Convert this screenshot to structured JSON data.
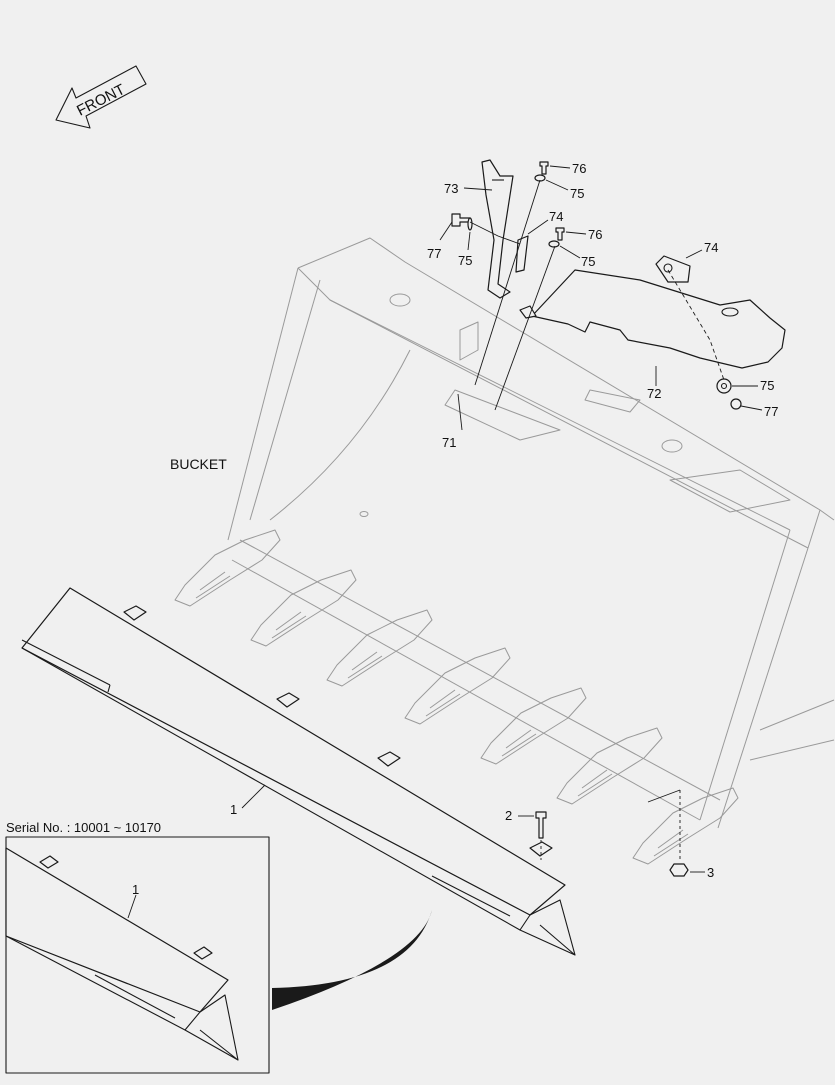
{
  "orientation": {
    "label": "FRONT"
  },
  "assembly_label": "BUCKET",
  "inset": {
    "serial_label": "Serial No. : 10001 ~ 10170"
  },
  "callouts": [
    "1",
    "2",
    "3",
    "71",
    "72",
    "73",
    "74",
    "74",
    "75",
    "75",
    "75",
    "75",
    "76",
    "76",
    "77",
    "77",
    "1"
  ],
  "colors": {
    "background": "#f0f0f0",
    "line": "#1a1a1a",
    "ghost_line": "#9a9a9a"
  }
}
